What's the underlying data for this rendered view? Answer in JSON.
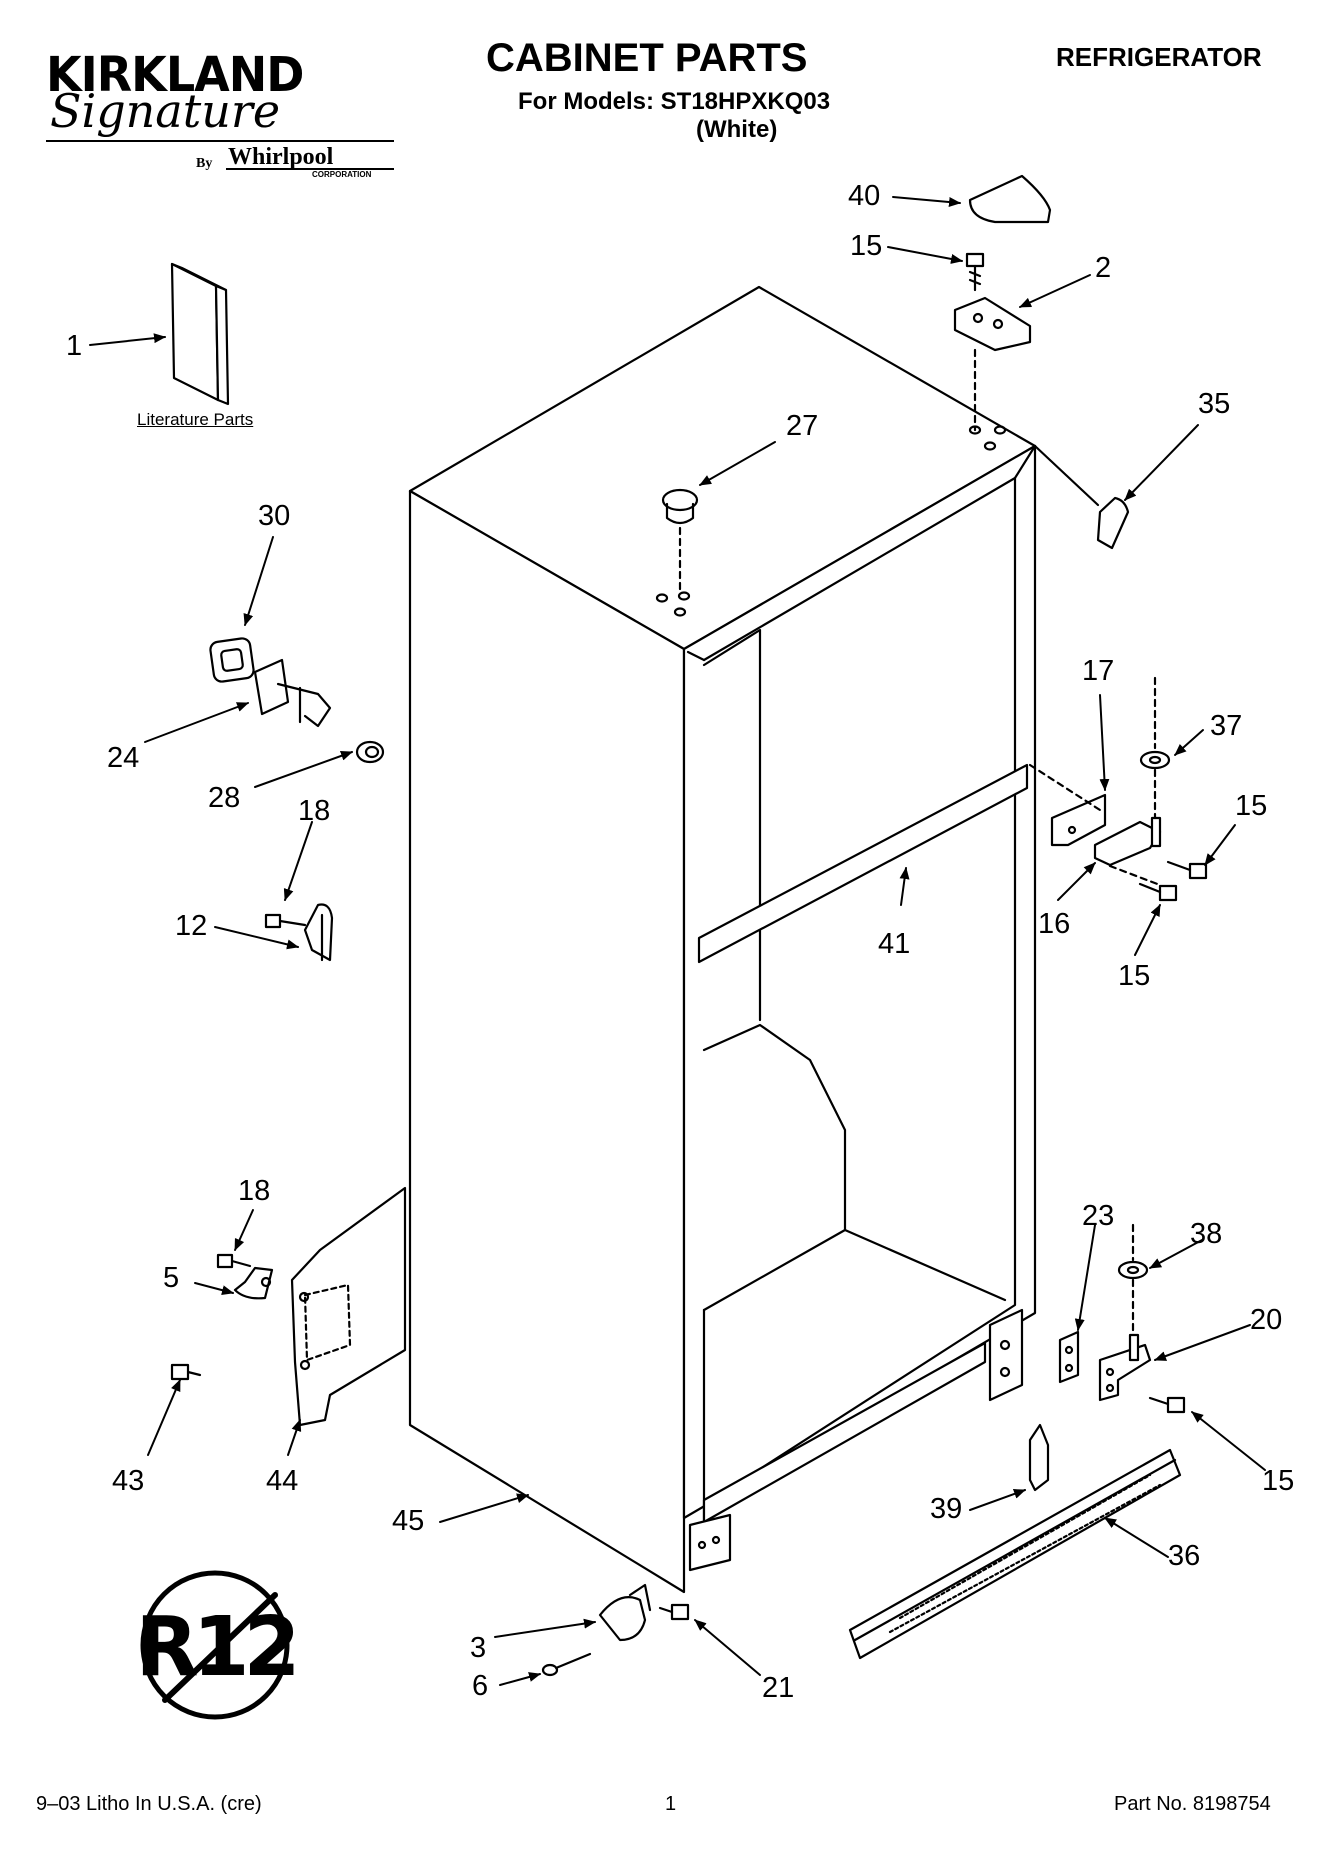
{
  "header": {
    "brand": "KIRKLAND",
    "brand_script": "Signature",
    "by_label": "By",
    "manufacturer": "Whirlpool",
    "manufacturer_sub": "CORPORATION",
    "title": "CABINET PARTS",
    "models_line": "For Models: ST18HPXKQ03",
    "color_line": "(White)",
    "category": "REFRIGERATOR"
  },
  "literature_label": "Literature Parts",
  "refrigerant_badge": "R12",
  "callouts": {
    "c1": "1",
    "c40": "40",
    "c15a": "15",
    "c2": "2",
    "c27": "27",
    "c35": "35",
    "c30": "30",
    "c24": "24",
    "c28": "28",
    "c18a": "18",
    "c12": "12",
    "c17": "17",
    "c37": "37",
    "c15b": "15",
    "c16": "16",
    "c15c": "15",
    "c41": "41",
    "c18b": "18",
    "c5": "5",
    "c43": "43",
    "c44": "44",
    "c23": "23",
    "c38": "38",
    "c20": "20",
    "c15d": "15",
    "c39": "39",
    "c36": "36",
    "c45": "45",
    "c3": "3",
    "c6": "6",
    "c21": "21"
  },
  "footer": {
    "left": "9–03 Litho In U.S.A. (cre)",
    "center": "1",
    "right": "Part No. 8198754"
  }
}
